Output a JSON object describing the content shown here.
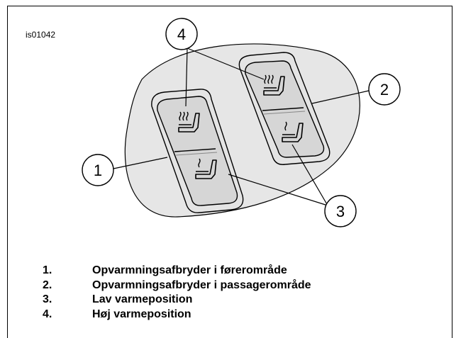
{
  "figure_id": "is01042",
  "callouts": [
    "1",
    "2",
    "3",
    "4"
  ],
  "legend": [
    {
      "num": "1.",
      "text": "Opvarmningsafbryder i førerområde"
    },
    {
      "num": "2.",
      "text": "Opvarmningsafbryder i passagerområde"
    },
    {
      "num": "3.",
      "text": "Lav varmeposition"
    },
    {
      "num": "4.",
      "text": "Høj varmeposition"
    }
  ],
  "switches": [
    {
      "name": "driver-heater-switch",
      "icons": [
        "seat-heat-high-icon",
        "seat-heat-low-icon"
      ]
    },
    {
      "name": "passenger-heater-switch",
      "icons": [
        "seat-heat-high-icon",
        "seat-heat-low-icon"
      ]
    }
  ],
  "colors": {
    "panel": "#e6e6e6",
    "switch_outer": "#e4e4e4",
    "switch_inner": "#d6d6d6",
    "line": "#000000"
  }
}
